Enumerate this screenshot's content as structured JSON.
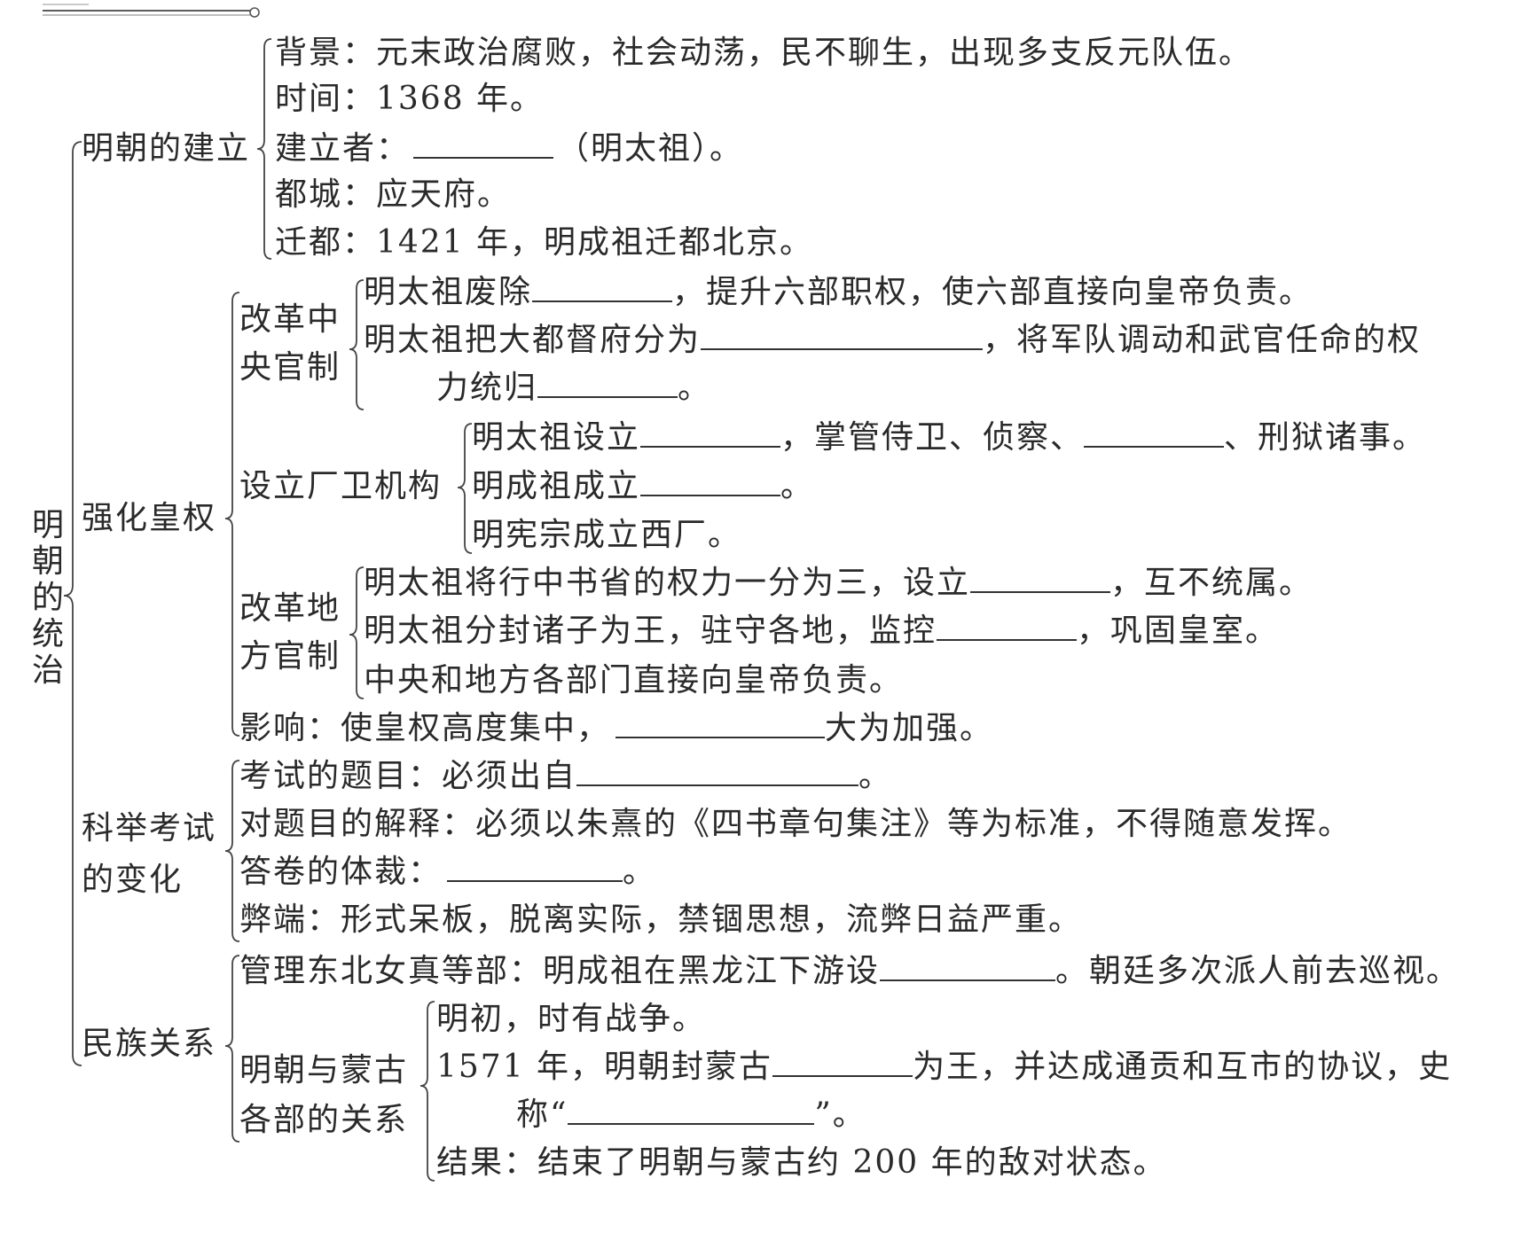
{
  "root_title": [
    "明",
    "朝",
    "的",
    "统",
    "治"
  ],
  "sections": {
    "founding": {
      "title": "明朝的建立",
      "background": "背景：元末政治腐败，社会动荡，民不聊生，出现多支反元队伍。",
      "time": "时间：1368 年。",
      "founder_prefix": "建立者：",
      "founder_suffix": "（明太祖）。",
      "capital": "都城：应天府。",
      "relocation": "迁都：1421 年，明成祖迁都北京。"
    },
    "imperial": {
      "title": "强化皇权",
      "central_title": [
        "改革中",
        "央官制"
      ],
      "central_1_prefix": "明太祖废除",
      "central_1_suffix": "，提升六部职权，使六部直接向皇帝负责。",
      "central_2_prefix": "明太祖把大都督府分为",
      "central_2_suffix": "，将军队调动和武官任命的权",
      "central_3_prefix": "力统归",
      "central_3_suffix": "。",
      "chang_title": "设立厂卫机构",
      "chang_1_prefix": "明太祖设立",
      "chang_1_mid": "，掌管侍卫、侦察、",
      "chang_1_suffix": "、刑狱诸事。",
      "chang_2_prefix": "明成祖成立",
      "chang_2_suffix": "。",
      "chang_3": "明宪宗成立西厂。",
      "local_title": [
        "改革地",
        "方官制"
      ],
      "local_1_prefix": "明太祖将行中书省的权力一分为三，设立",
      "local_1_suffix": "，互不统属。",
      "local_2_prefix": "明太祖分封诸子为王，驻守各地，监控",
      "local_2_suffix": "，巩固皇室。",
      "local_3": "中央和地方各部门直接向皇帝负责。",
      "impact_prefix": "影响：使皇权高度集中，",
      "impact_suffix": "大为加强。"
    },
    "exam": {
      "title": [
        "科举考试",
        "的变化"
      ],
      "topic_prefix": "考试的题目：必须出自",
      "topic_suffix": "。",
      "interpret": "对题目的解释：必须以朱熹的《四书章句集注》等为标准，不得随意发挥。",
      "format_prefix": "答卷的体裁：",
      "format_suffix": "。",
      "drawback": "弊端：形式呆板，脱离实际，禁锢思想，流弊日益严重。"
    },
    "ethnic": {
      "title": "民族关系",
      "northeast_prefix": "管理东北女真等部：明成祖在黑龙江下游设",
      "northeast_suffix": "。朝廷多次派人前去巡视。",
      "mongol_title": [
        "明朝与蒙古",
        "各部的关系"
      ],
      "mongol_1": "明初，时有战争。",
      "mongol_2_prefix": "1571 年，明朝封蒙古",
      "mongol_2_suffix": "为王，并达成通贡和互市的协议，史",
      "mongol_3_prefix": "称“",
      "mongol_3_suffix": "”。",
      "mongol_4": "结果：结束了明朝与蒙古约 200 年的敌对状态。"
    }
  }
}
